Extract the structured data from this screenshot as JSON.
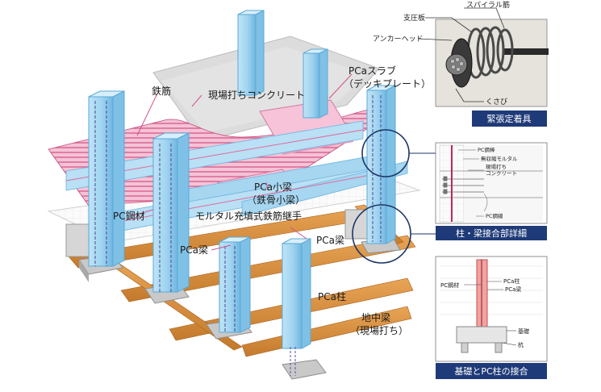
{
  "labels": {
    "rebar": "鉄筋",
    "cast_in_place_concrete": "現場打ちコンクリート",
    "pca_slab_line1": "PCaスラブ",
    "pca_slab_line2": "（デッキプレート）",
    "pca_small_beam_line1": "PCa小梁",
    "pca_small_beam_line2": "（鉄骨小梁）",
    "pc_steel": "PC鋼材",
    "mortar_sleeve": "モルタル充填式鉄筋継手",
    "pca_beam_center": "PCa梁",
    "pca_beam_left": "PCa梁",
    "pca_column": "PCa柱",
    "foundation_beam_line1": "地中梁",
    "foundation_beam_line2": "（現場打ち）"
  },
  "anchor_panel": {
    "spiral": "スパイラル筋",
    "bearing_plate": "支圧板",
    "anchor_head": "アンカーヘッド",
    "wedge": "くさび",
    "caption": "緊張定着具"
  },
  "joint_panel": {
    "pc_steel_bar": "PC鋼棒",
    "non_shrink_mortar": "無収縮モルタル",
    "cip_concrete_line1": "現場打ち",
    "cip_concrete_line2": "コンクリート",
    "pc_steel_wire": "PC鋼線",
    "caption": "柱・梁接合部詳細"
  },
  "foundation_panel": {
    "pc_steel": "PC鋼材",
    "pca_column": "PCa柱",
    "pca_beam": "PCa梁",
    "foundation": "基礎",
    "pile": "杭",
    "caption": "基礎とPC柱の接合"
  },
  "colors": {
    "column_blue": "#9fd3ef",
    "column_edge": "#5aa9d6",
    "beam_orange": "#d98e3c",
    "slab_pink": "#f2a7c6",
    "rebar_pink": "#e0608e",
    "caption_navy": "#1f3a78",
    "circle_navy": "#1e3566"
  }
}
